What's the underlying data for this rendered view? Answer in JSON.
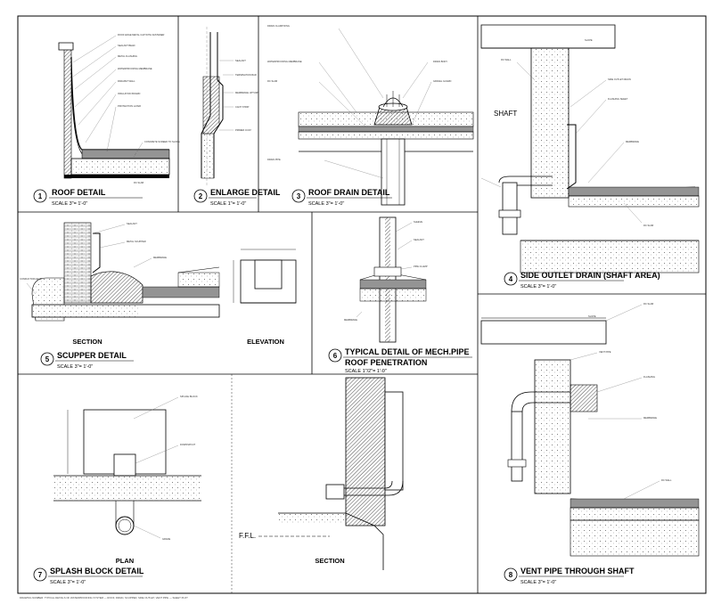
{
  "sheet": {
    "footer": "DRAWING NUMBER: TYPICAL DETAILS OF WATERPROOFING SYSTEM — ROOF, DRAIN, SCUPPER, SIDE OUTLET, VENT PIPE — SHEET PLOT"
  },
  "details": [
    {
      "num": "1",
      "title": "ROOF   DETAIL",
      "scale": "SCALE 3\"= 1'-0\""
    },
    {
      "num": "2",
      "title": "ENLARGE  DETAIL",
      "scale": "SCALE 1\"= 1'-0\""
    },
    {
      "num": "3",
      "title": "ROOF DRAIN DETAIL",
      "scale": "SCALE 3\"= 1'-0\""
    },
    {
      "num": "4",
      "title": "SIDE OUTLET DRAIN (SHAFT AREA)",
      "scale": "SCALE 3\"= 1'-0\""
    },
    {
      "num": "5",
      "title": "SCUPPER DETAIL",
      "scale": "SCALE 3\"= 1'-0\""
    },
    {
      "num": "6",
      "title": "TYPICAL DETAIL OF MECH.PIPE",
      "title2": "ROOF PENETRATION",
      "scale": "SCALE  1\"/2\"= 1'-0\""
    },
    {
      "num": "7",
      "title": "SPLASH BLOCK DETAIL",
      "scale": "SCALE 3\"= 1'-0\""
    },
    {
      "num": "8",
      "title": "VENT PIPE THROUGH SHAFT",
      "scale": "SCALE 3\"= 1'-0\""
    }
  ],
  "subtitles": {
    "section_5": "SECTION",
    "elevation_5": "ELEVATION",
    "plan_7": "PLAN",
    "section_7": "SECTION"
  },
  "labels": {
    "shaft": "SHAFT",
    "slope_4": "SLOPE",
    "slope_8": "SLOPE",
    "ffl": "F.F.L."
  },
  "notes": {
    "d1": [
      "ROOF EDGE METAL CAP WITH FASTENER",
      "SEALANT BEAD",
      "METAL FLASHING",
      "WATERPROOFING MEMBRANE",
      "PARAPET WALL",
      "INSULATION BOARD",
      "PROTECTION LAYER",
      "CONCRETE SCREED TO SLOPE",
      "RC SLAB"
    ],
    "d2": [
      "SEALANT",
      "TERMINATION BAR",
      "MEMBRANE UPTURN",
      "CANT STRIP",
      "PRIMER COAT"
    ],
    "d3": [
      "DRAIN CLAMP RING",
      "WATERPROOFING MEMBRANE",
      "DRAIN BODY",
      "GRAVEL GUARD",
      "RC SLAB",
      "DRAIN PIPE"
    ],
    "d4": [
      "RC WALL",
      "SIDE OUTLET DRAIN",
      "FLASHING SHEET",
      "MEMBRANE",
      "RC SLAB"
    ],
    "d5": [
      "SEALANT",
      "METAL SCUPPER",
      "MEMBRANE",
      "CONDUCTOR HEAD"
    ],
    "d6": [
      "SLEEVE",
      "SEALANT",
      "PIPE CLAMP",
      "MEMBRANE"
    ],
    "d7": [
      "SPLASH BLOCK",
      "DOWNSPOUT",
      "GRADE"
    ],
    "d8": [
      "RC SLAB",
      "VENT PIPE",
      "FLASHING",
      "MEMBRANE",
      "RC WALL"
    ]
  }
}
